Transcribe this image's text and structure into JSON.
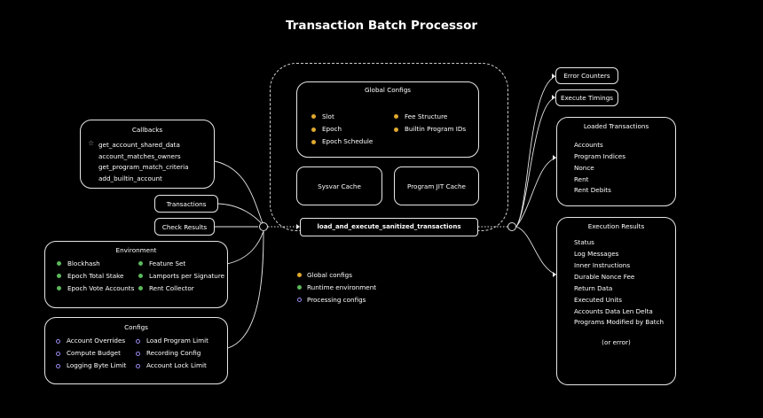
{
  "title": "Transaction Batch Processor",
  "callbacks": {
    "header": "Callbacks",
    "items": [
      "get_account_shared_data",
      "account_matches_owners",
      "get_program_match_criteria",
      "add_builtin_account"
    ]
  },
  "transactions_label": "Transactions",
  "check_results_label": "Check Results",
  "environment": {
    "header": "Environment",
    "items": [
      "Blockhash",
      "Feature Set",
      "Epoch Total Stake",
      "Lamports per Signature",
      "Epoch Vote Accounts",
      "Rent Collector"
    ]
  },
  "configs": {
    "header": "Configs",
    "items": [
      "Account Overrides",
      "Load Program Limit",
      "Compute Budget",
      "Recording Config",
      "Logging Byte Limit",
      "Account Lock Limit"
    ]
  },
  "global_configs": {
    "header": "Global Configs",
    "items": [
      "Slot",
      "Fee Structure",
      "Epoch",
      "Builtin Program IDs",
      "Epoch Schedule"
    ]
  },
  "sysvar_cache": "Sysvar Cache",
  "program_jit_cache": "Program JIT Cache",
  "function_name": "load_and_execute_sanitized_transactions",
  "legend": [
    "Global configs",
    "Runtime environment",
    "Processing configs"
  ],
  "error_counters": "Error Counters",
  "execute_timings": "Execute Timings",
  "loaded_transactions": {
    "header": "Loaded Transactions",
    "items": [
      "Accounts",
      "Program Indices",
      "Nonce",
      "Rent",
      "Rent Debits"
    ]
  },
  "execution_results": {
    "header": "Execution Results",
    "items": [
      "Status",
      "Log Messages",
      "Inner Instructions",
      "Durable Nonce Fee",
      "Return Data",
      "Executed Units",
      "Accounts Data Len Delta",
      "Programs Modified by Batch"
    ],
    "footer": "(or error)"
  },
  "colors": {
    "global": "#e0a92e",
    "runtime": "#5cb85c",
    "processing": "#9a8cf0"
  }
}
